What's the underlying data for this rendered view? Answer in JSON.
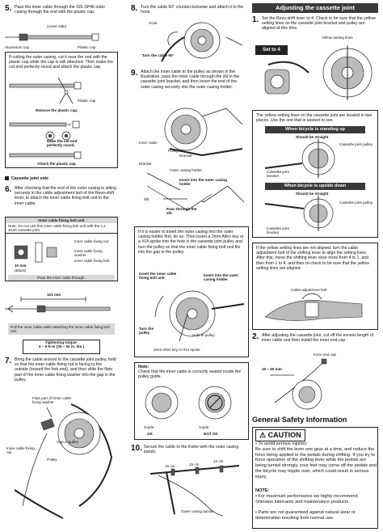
{
  "col1": {
    "step5": {
      "num": "5.",
      "text": "Pass the inner cable through the SIS-SP40 outer casing through the end with the plastic cap.",
      "lever_side": "(Lever side)",
      "aluminium_cap": "Aluminium cap",
      "plastic_cap": "Plastic cap",
      "box_text": "If cutting the outer casing, cut it near the end with the plastic cap while the cap is still attached. Then make the cut end perfectly round and attach the plastic cap.",
      "plastic_cap2": "Plastic cap",
      "remove": "Remove the plastic cap.",
      "make_round": "Make the cut end perfectly round.",
      "attach": "Attach the plastic cap."
    },
    "cassette_side": "Cassette joint side",
    "step6": {
      "num": "6.",
      "text": "After checking that the end of the outer casing is sitting securely in the cable adjustment bolt of the Revo-shift lever, to attach the inner cable fixing bolt unit to the inner cable.",
      "unit_title": "Inner cable fixing bolt unit",
      "note": "Note: Do not use this inner cable fixing bolt unit with the CJ-4S30 cassette joint.",
      "nut": "Inner cable fixing nut",
      "washer": "Inner cable fixing washer",
      "bolt": "Inner cable fixing bolt",
      "size": "10 mm",
      "color": "(Black)",
      "pass": "Pass the inner cable through.",
      "length": "101 mm",
      "pull": "Pull the inner cable while attaching the inner cable fixing bolt unit.",
      "torque_title": "Tightening torque:",
      "torque": "4 – 6 N·m {35 – 52 in. lbs.}"
    },
    "step7": {
      "num": "7.",
      "text": "Bring the cable around to the cassette joint pulley, hold so that the inner cable fixing nut is facing to the outside (toward the fork end), and then slide the flats part of the inner cable fixing washer into the gap in the pulley.",
      "flats": "Flats part of inner cable fixing washer",
      "gap": "Gap in pulley",
      "nut": "Inner cable fixing nut",
      "pulley": "Pulley"
    }
  },
  "col2": {
    "step8": {
      "num": "8.",
      "text": "Turn the cable 60° counterclockwise and attach it to the hook.",
      "hook": "Hook",
      "turn": "Turn the cable 60°"
    },
    "step9": {
      "num": "9.",
      "text": "Attach the inner cable to the pulley as shown in the illustration, pass the inner cable through the slit in the cassette joint bracket, and then insert the end of the outer casing securely into the outer casing holder.",
      "inner_cable": "Inner cable",
      "pulley": "Pulley",
      "bracket": "Bracket",
      "bracket2": "Bracket",
      "holder": "Outer casing holder",
      "insert": "Insert into the outer casing holder",
      "slit": "Slit",
      "pass_slit": "Pass through the slit"
    },
    "box2": {
      "text": "If it is easier to insert the outer casing into the outer casing holder first, do so. Then insert a 2mm Allen key or a #14 spoke into the hole in the cassette joint pulley and turn the pulley so that the inner cable fixing bolt unit fits into the gap in the pulley.",
      "insert_bolt": "Insert the inner cable fixing bolt unit",
      "insert_holder": "Insert into the outer casing holder",
      "turn": "Turn the pulley",
      "hole": "Hole in pulley",
      "allen": "2mm Allen key or #14 spoke"
    },
    "note": {
      "title": "Note:",
      "text": "Check that the inner cable is correctly seated inside the pulley guide.",
      "guide1": "Guide",
      "guide2": "Guide",
      "ok": "OK",
      "not_ok": "NOT OK"
    },
    "step10": {
      "num": "10.",
      "text": "Secure the cable to the frame with the outer casing bands.",
      "m1": "15 cm",
      "m2": "15 cm",
      "m3": "10 cm",
      "bands": "Outer casing bands"
    }
  },
  "col3": {
    "title": "Adjusting the cassette joint",
    "step1": {
      "num": "1.",
      "text": "Set the Revo-shift lever to 4. Check to be sure that the yellow setting lines on the cassette joint bracket and pulley are aligned at this time.",
      "yellow": "Yellow setting lines",
      "set_to": "Set to 4"
    },
    "box1": {
      "text": "The yellow setting lines on the cassette joint are located in two places. Use the one that is easiest to see.",
      "standing": "When bicycle is standing up",
      "straight1": "Should be straight",
      "pulley1": "Cassette joint pulley",
      "insert1": "Cassette joint bracket",
      "upside": "When bicycle is upside down",
      "straight2": "Should be straight",
      "pulley2": "Cassette joint pulley",
      "bracket2": "Cassette joint bracket"
    },
    "box2": {
      "text": "If the yellow setting lines are not aligned, turn the cable adjustment bolt of the shifting lever to align the setting lines. After this, move the shifting lever once more from 4 to 1, and then from 1 to 4, and then re-check to be sure that the yellow setting lines are aligned.",
      "bolt": "Cable adjustment bolt"
    },
    "step2": {
      "num": "2.",
      "text": "After adjusting the cassette joint, cut off the excess length of inner cable and then install the inner end cap.",
      "cap": "Inner end cap",
      "length": "15 – 20 mm"
    },
    "safety": {
      "title": "General Safety Information",
      "caution": "CAUTION",
      "items": [
        "• To avoid serious injuries:",
        "Be sure to shift the lever one gear at a time, and reduce the force being applied to the pedals during shifting. If you try to force operation of the shifting lever while the pedals are being turned strongly, your feet may come off the pedals and the bicycle may topple over, which could result in serious injury."
      ],
      "note_title": "NOTE:",
      "notes": [
        "• For maximum performance we highly recommend Shimano lubricants and maintenance products.",
        "• Parts are not guaranteed against natural wear or deterioration resulting from normal use."
      ]
    }
  }
}
